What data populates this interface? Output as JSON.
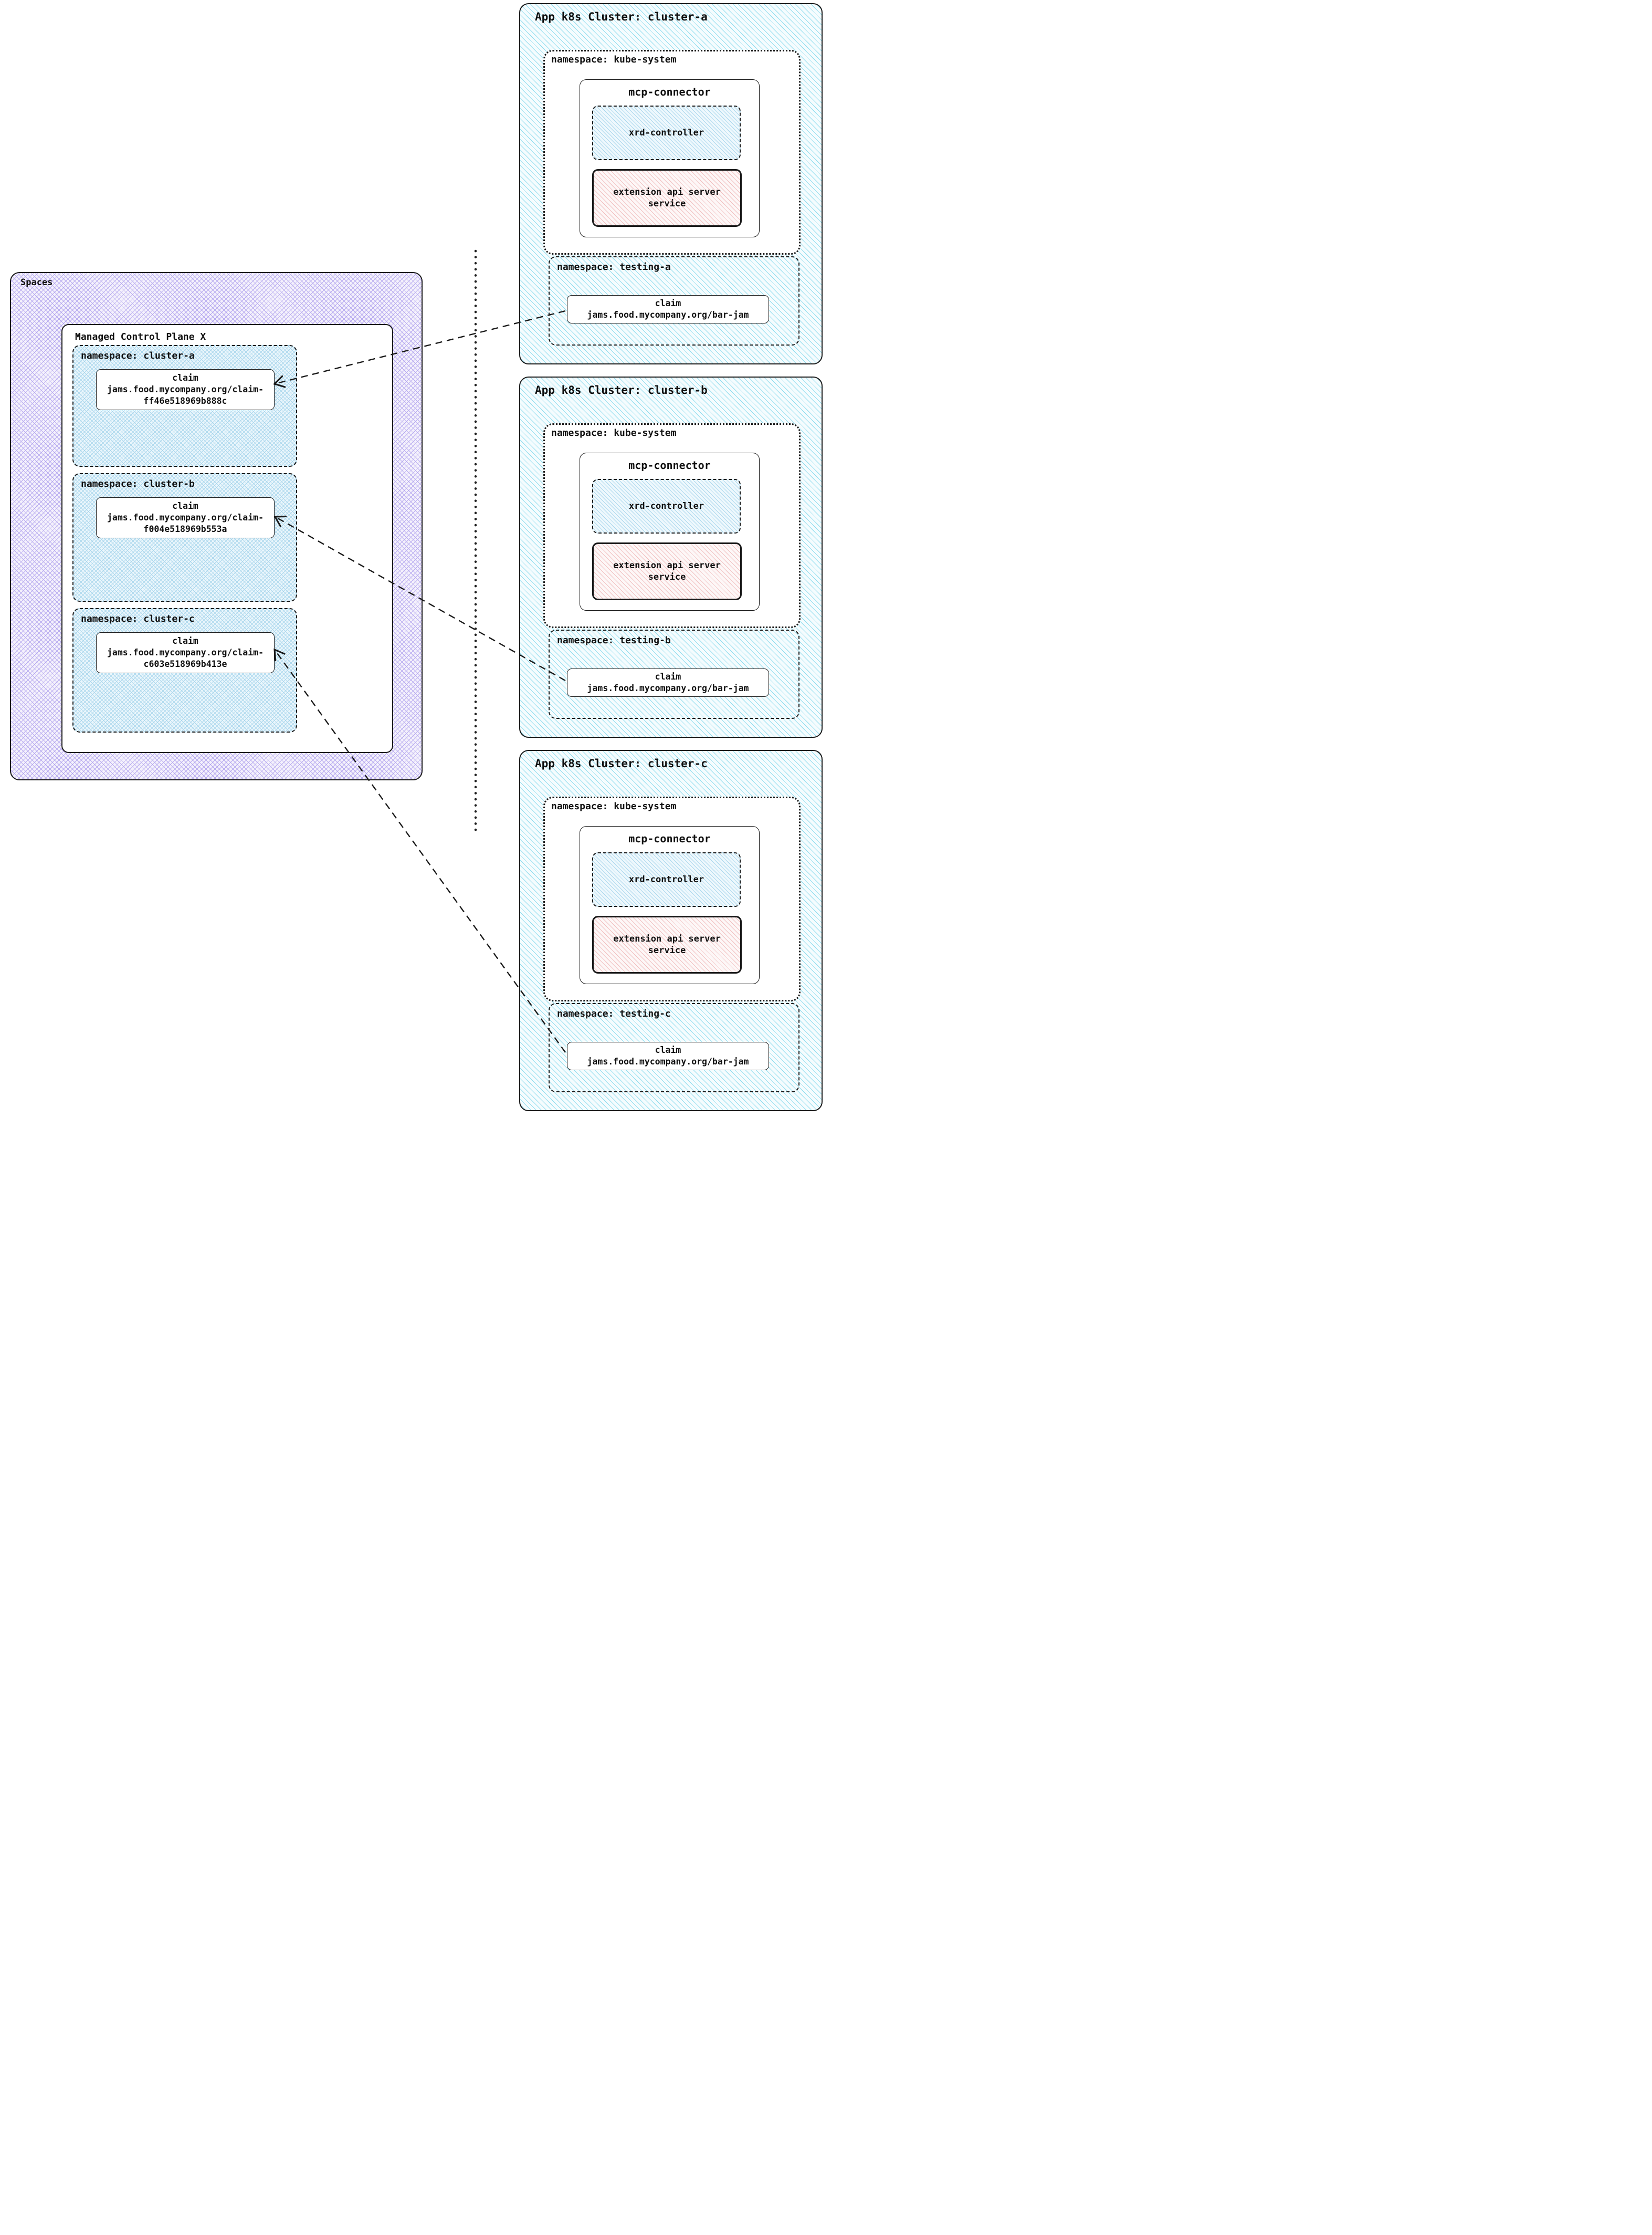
{
  "colors": {
    "purple-line": "#b5a8ef",
    "purple-bg": "#f4f1fc",
    "cyan-line": "#8edcee",
    "cyan-bg": "#f5fcfe",
    "blue-line": "#a9d6ec",
    "blue-bg": "#eaf6fc",
    "pink-line": "#f0bdbd",
    "pink-bg": "#fdf7f7",
    "border": "#1a1a1a"
  },
  "spaces": {
    "label": "Spaces",
    "mcp": {
      "label": "Managed Control Plane X",
      "namespaces": [
        {
          "label": "namespace: cluster-a",
          "claim_text": "claim\njams.food.mycompany.org/claim-\nff46e518969b888c"
        },
        {
          "label": "namespace: cluster-b",
          "claim_text": "claim\njams.food.mycompany.org/claim-\nf004e518969b553a"
        },
        {
          "label": "namespace: cluster-c",
          "claim_text": "claim\njams.food.mycompany.org/claim-\nc603e518969b413e"
        }
      ]
    }
  },
  "clusters": [
    {
      "title": "App k8s Cluster: cluster-a",
      "kube_label": "namespace: kube-system",
      "connector_label": "mcp-connector",
      "xrd_label": "xrd-controller",
      "ext_api_label": "extension api server\nservice",
      "testing_label": "namespace: testing-a",
      "claim_text": "claim\njams.food.mycompany.org/bar-jam"
    },
    {
      "title": "App k8s Cluster: cluster-b",
      "kube_label": "namespace: kube-system",
      "connector_label": "mcp-connector",
      "xrd_label": "xrd-controller",
      "ext_api_label": "extension api server\nservice",
      "testing_label": "namespace: testing-b",
      "claim_text": "claim\njams.food.mycompany.org/bar-jam"
    },
    {
      "title": "App k8s Cluster: cluster-c",
      "kube_label": "namespace: kube-system",
      "connector_label": "mcp-connector",
      "xrd_label": "xrd-controller",
      "ext_api_label": "extension api server\nservice",
      "testing_label": "namespace: testing-c",
      "claim_text": "claim\njams.food.mycompany.org/bar-jam"
    }
  ]
}
